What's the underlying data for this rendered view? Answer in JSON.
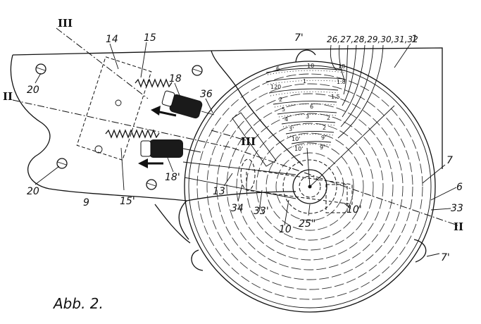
{
  "figure": {
    "caption": "Abb. 2."
  },
  "section_marks": {
    "top_left": "III",
    "left": "II",
    "right": "II",
    "center": "III"
  },
  "reference_numerals": {
    "n14": "14",
    "n15": "15",
    "n18": "18",
    "n36": "36",
    "n7p_top": "7'",
    "n_series": "26,27,28,29,30,31,32",
    "n1": "1",
    "n20_top": "20",
    "n20_bottom": "20",
    "n9": "9",
    "n15p": "15'",
    "n18p": "18'",
    "n13": "13",
    "n34": "34",
    "n33p": "33'",
    "n10": "10",
    "n25pp": "25\"",
    "n10p": "10'",
    "n7": "7",
    "n6": "6",
    "n33": "33",
    "n7p_bottom": "7'"
  },
  "scale_labels": {
    "r1": [
      "6",
      "10",
      "18"
    ],
    "r2": [
      "120",
      "1",
      "1.8"
    ],
    "r3": [
      "2",
      "1.5"
    ],
    "r4": [
      "5",
      "6"
    ],
    "r5": [
      "4",
      "3",
      "2"
    ],
    "r6": [
      "3'",
      "2"
    ],
    "r7": [
      "10'",
      "9'"
    ],
    "r8": [
      "10'",
      "9'"
    ]
  }
}
